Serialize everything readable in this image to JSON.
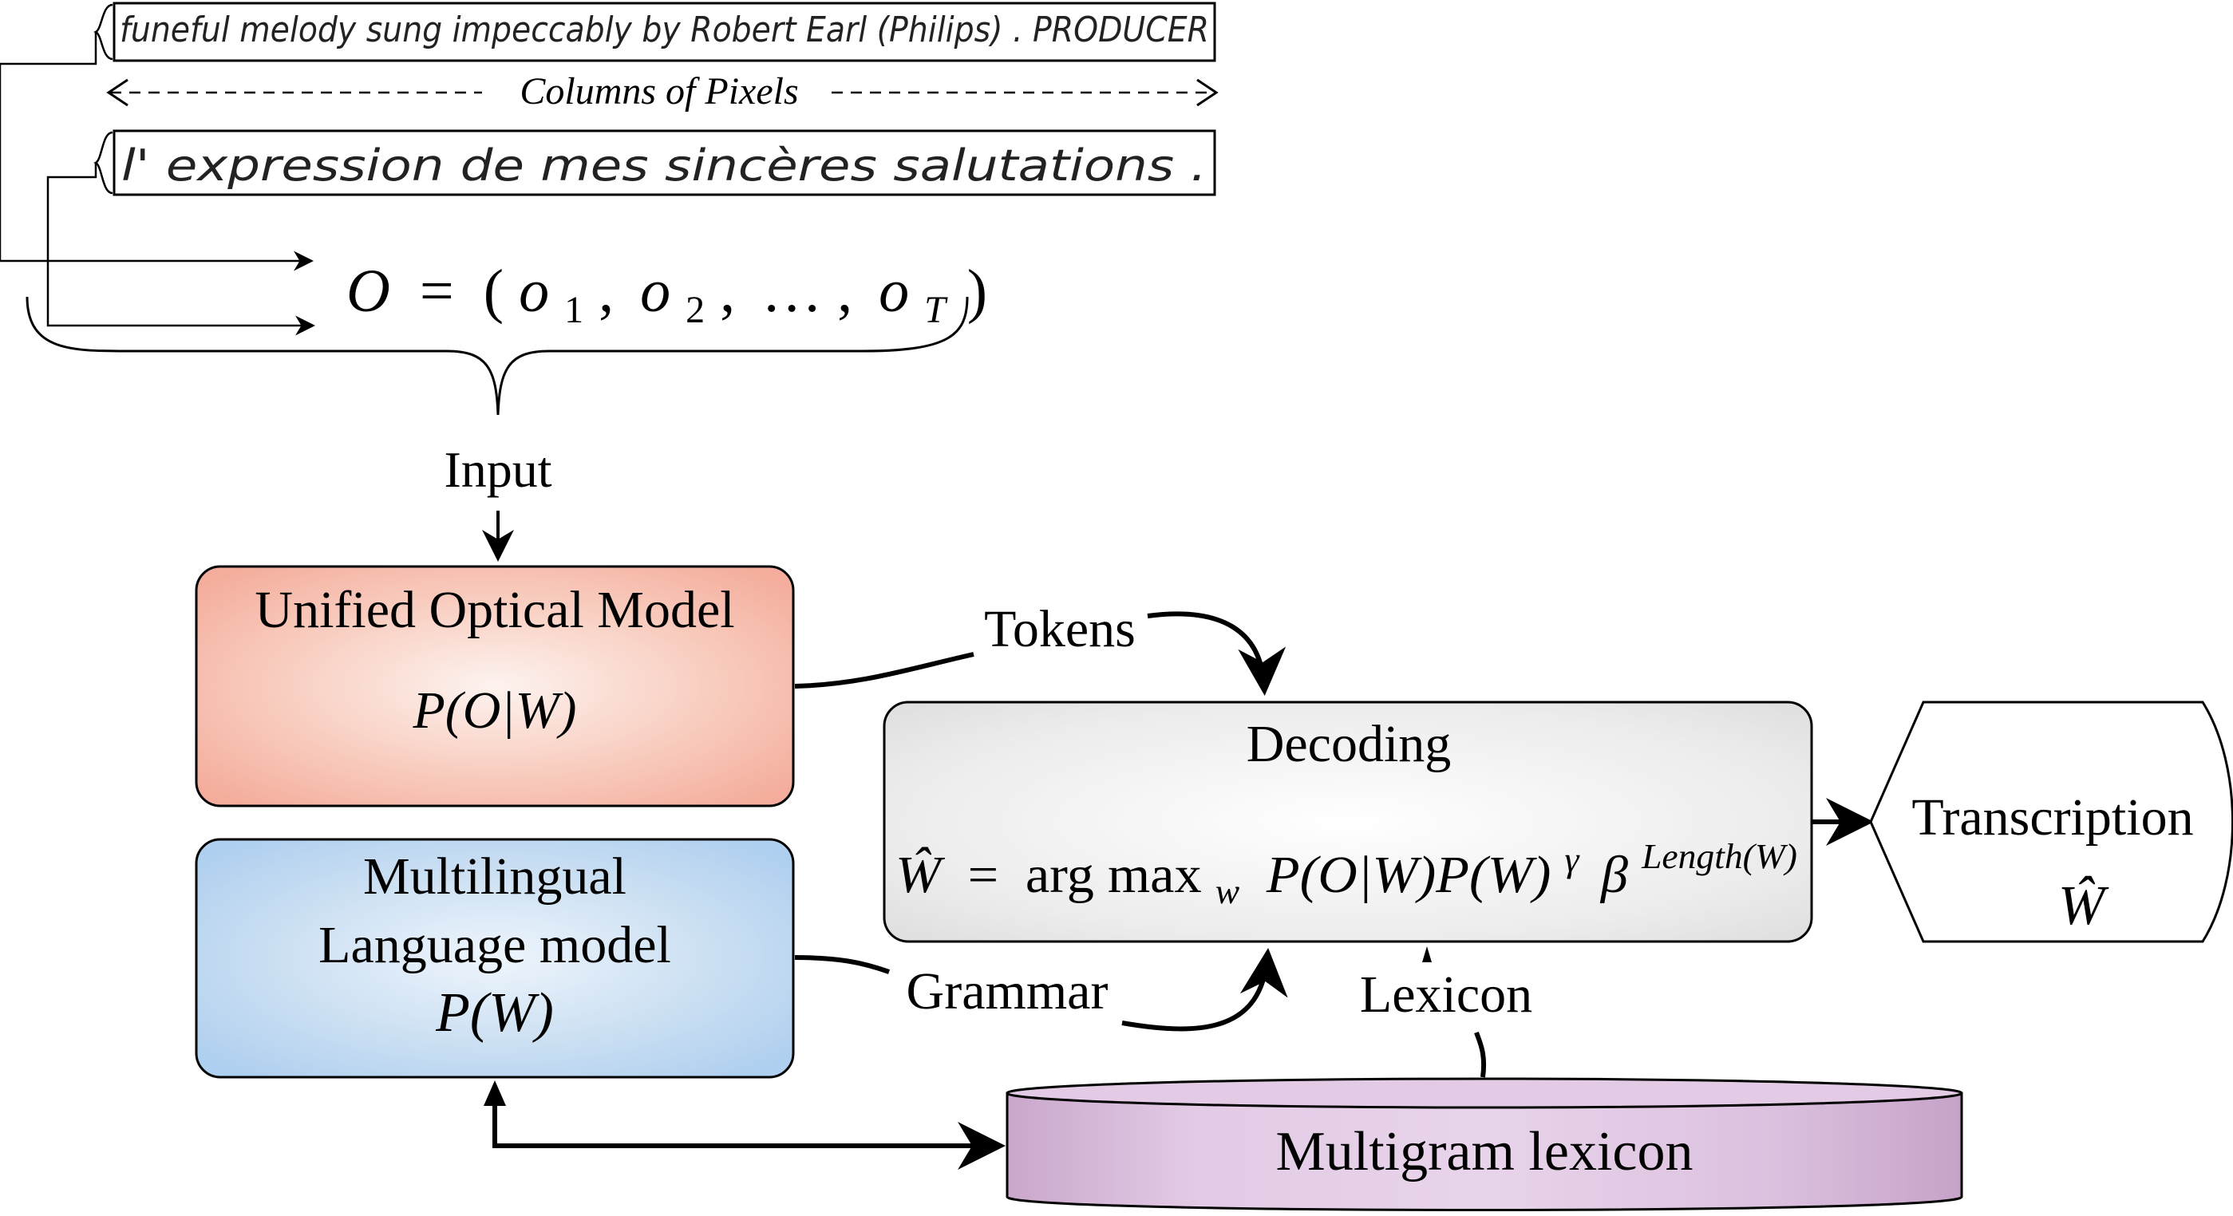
{
  "handwriting": {
    "line_english": "funeful melody sung impeccably by Robert Earl (Philips) . PRODUCER",
    "line_french": "l' expression de mes sincères salutations ."
  },
  "columns_of_pixels": "Columns of Pixels",
  "observation": {
    "lhs": "O",
    "eq": "=",
    "open": "(",
    "o": "o",
    "sub1": "1",
    "sub2": "2",
    "subT": "T",
    "comma": ",",
    "dots": "…",
    "close": ")"
  },
  "input_label": "Input",
  "optical_model": {
    "title": "Unified Optical Model",
    "formula": "P(O|W)"
  },
  "language_model": {
    "title_line1": "Multilingual",
    "title_line2": "Language model",
    "formula": "P(W)"
  },
  "tokens_label": "Tokens",
  "grammar_label": "Grammar",
  "lexicon_label": "Lexicon",
  "decoding": {
    "title": "Decoding",
    "w_hat": "Ŵ",
    "eq": "=",
    "argmax": "arg max",
    "argmax_sub": "w",
    "terms": "P(O|W)P(W)",
    "gamma": "γ",
    "beta": "β",
    "exponent": "Length(W)"
  },
  "transcription": {
    "label": "Transcription",
    "symbol": "Ŵ"
  },
  "lexicon_db": {
    "label": "Multigram lexicon"
  },
  "colors": {
    "optical_fill": "#f6b3a3",
    "language_fill": "#b3d4f0",
    "decoding_fill": "#e6e6e6",
    "lexicon_fill": "#d7b7d9",
    "stroke": "#000000"
  }
}
